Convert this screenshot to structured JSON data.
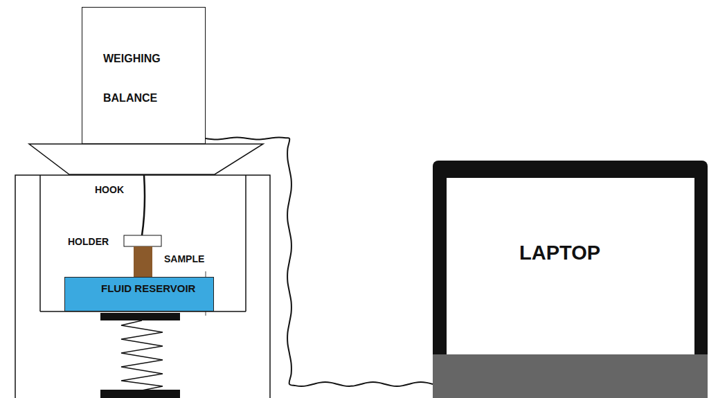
{
  "diagram": {
    "nodes": [
      {
        "text": [
          "WEIGHING BALANCE"
        ]
      },
      {
        "text": [
          "FLUID RESERVOIR"
        ]
      },
      {
        "text": [
          "LAPTOP"
        ]
      }
    ],
    "edges": [
      {
        "from": 0,
        "to": 2,
        "arrow": "none"
      }
    ],
    "labels": [
      "HOOK",
      "HOLDER",
      "SAMPLE"
    ]
  }
}
